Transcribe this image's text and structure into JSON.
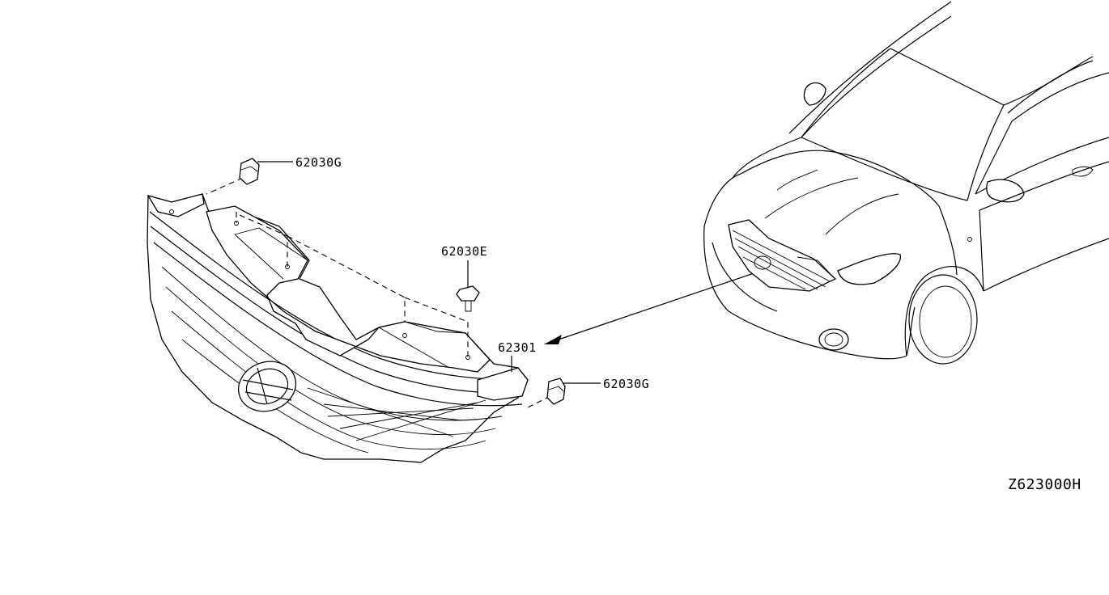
{
  "diagram": {
    "reference_code": "Z623000H",
    "callouts": [
      {
        "id": "clip-top",
        "label": "62030G"
      },
      {
        "id": "clip-fastener",
        "label": "62030E"
      },
      {
        "id": "grille",
        "label": "62301"
      },
      {
        "id": "clip-right",
        "label": "62030G"
      }
    ],
    "colors": {
      "ink": "#000000",
      "paper": "#ffffff"
    }
  }
}
